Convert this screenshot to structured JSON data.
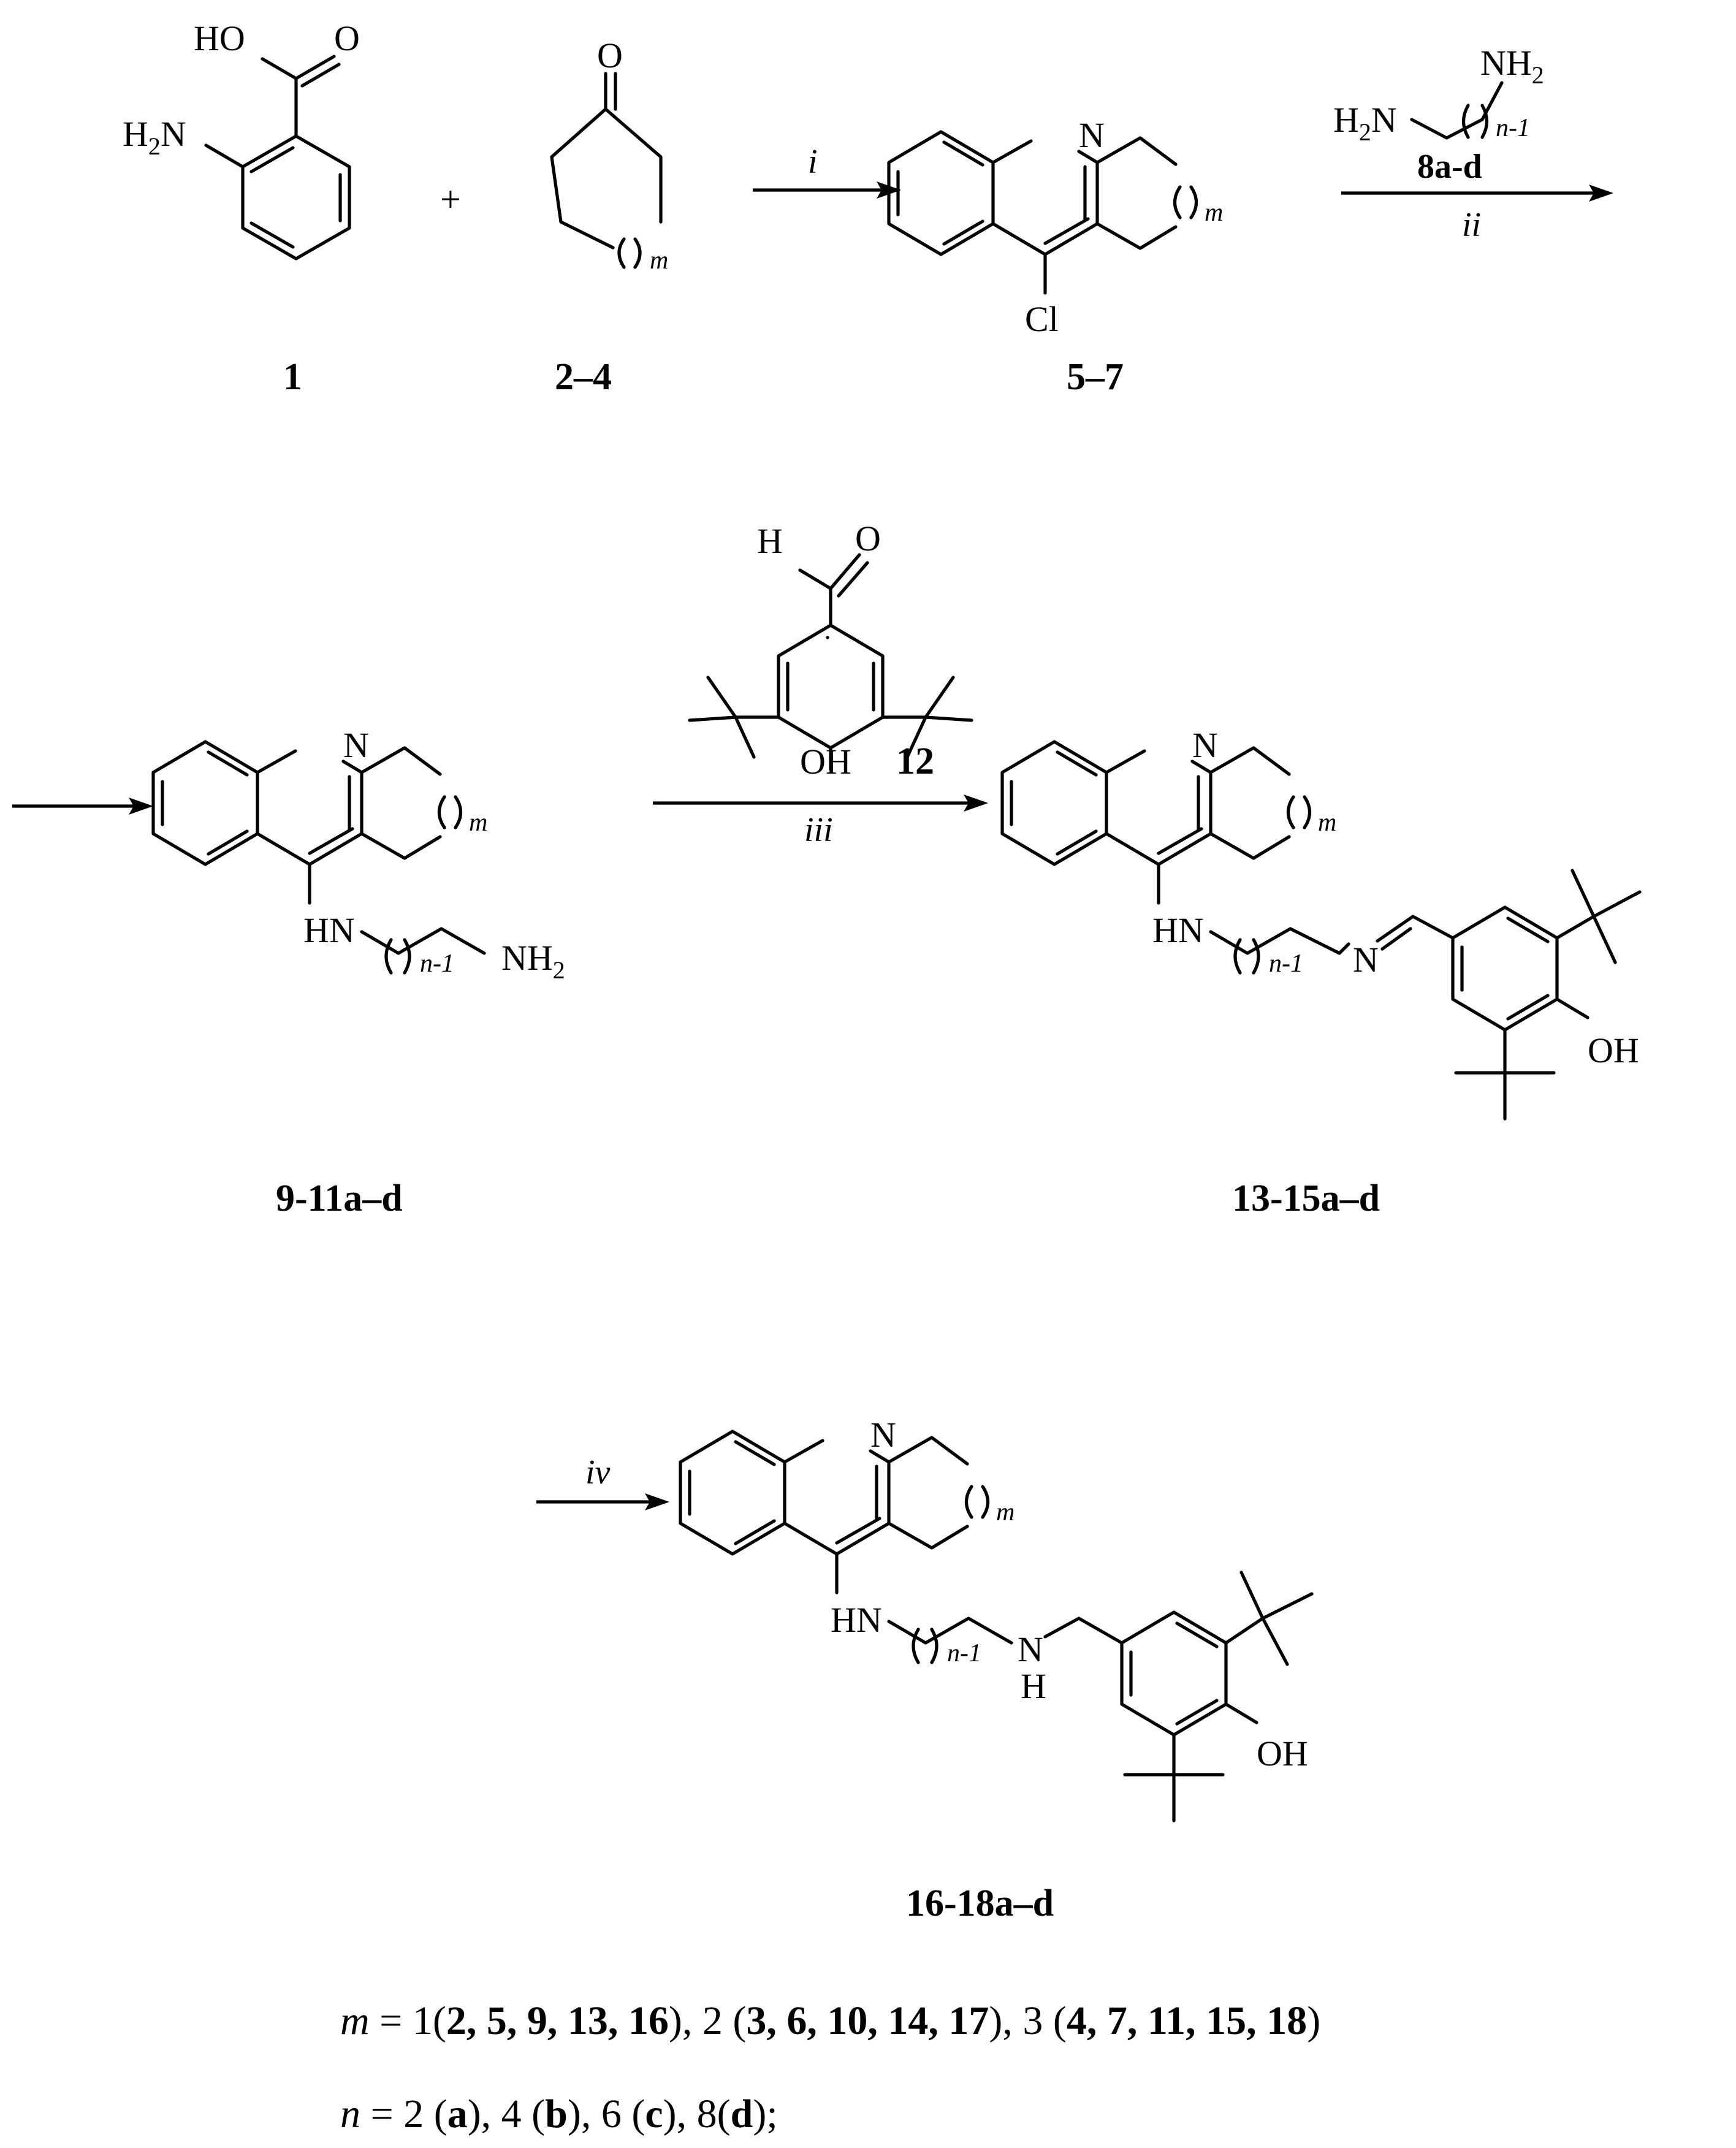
{
  "compounds": {
    "c1": "1",
    "c2": "2–4",
    "c5": "5–7",
    "c8": "8a-d",
    "c9": "9-11a–d",
    "c12": "12",
    "c13": "13-15a–d",
    "c16": "16-18a–d"
  },
  "reagents": {
    "r1": "i",
    "r2": "ii",
    "r3": "iii",
    "r4": "iv"
  },
  "labels": {
    "ho": "HO",
    "o": "O",
    "h2n": "H2N",
    "nh2": "NH2",
    "n": "N",
    "cl": "Cl",
    "hn": "HN",
    "oh": "OH",
    "h": "H",
    "m": "m",
    "n_1": "n-1",
    "plus": "+"
  },
  "footnote": {
    "m_line": {
      "var": "m",
      "eq": " = ",
      "v1": "1(",
      "g1": "2, 5, 9, 13, 16",
      "v2": "), 2 (",
      "g2": "3, 6, 10, 14, 17",
      "v3": "), 3 (",
      "g3": "4, 7, 11, 15, 18",
      "v4": ")"
    },
    "n_line": {
      "var": "n",
      "eq": " = 2 (",
      "a": "a",
      "t1": "), 4 (",
      "b": "b",
      "t2": "), 6 (",
      "c": "c",
      "t3": "), 8(",
      "d": "d",
      "t4": ");"
    }
  }
}
